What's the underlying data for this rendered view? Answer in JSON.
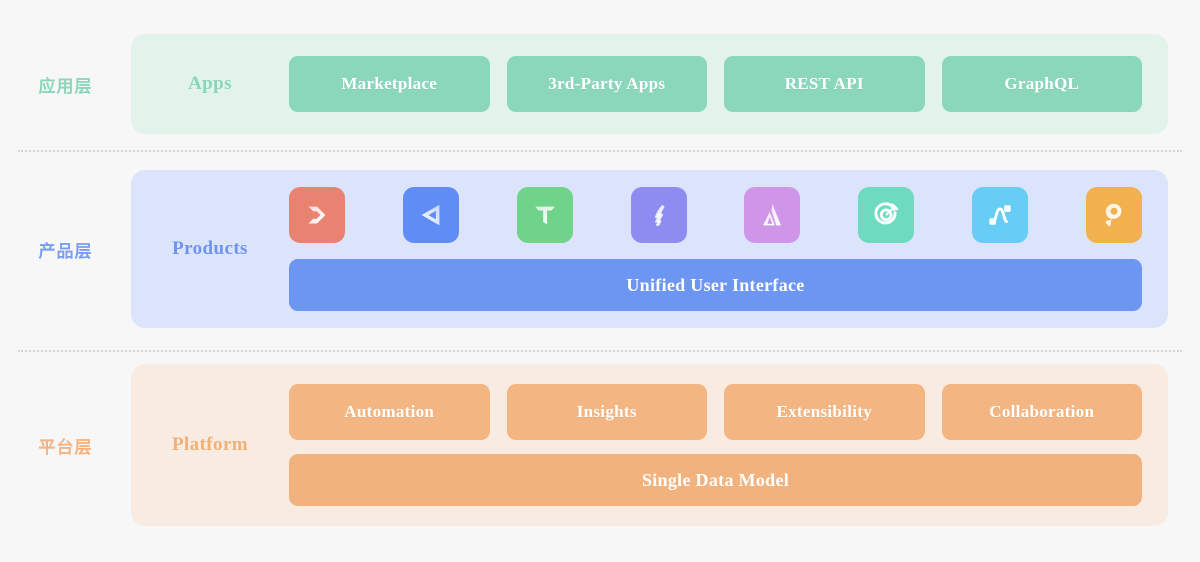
{
  "diagram": {
    "background": "#f7f7f7",
    "divider_color": "#d4d4d4"
  },
  "layers": [
    {
      "id": "apps",
      "cn_label": "应用层",
      "title": "Apps",
      "panel_color": "#e2f3ec",
      "accent_color": "#8bd7bb",
      "title_color": "#8ad6b8",
      "chips": [
        "Marketplace",
        "3rd-Party Apps",
        "REST API",
        "GraphQL"
      ],
      "wide_bar": null,
      "icons": []
    },
    {
      "id": "products",
      "cn_label": "产品层",
      "title": "Products",
      "panel_color": "#dbe4fb",
      "accent_color": "#6d95f2",
      "title_color": "#6e93f0",
      "chips": [],
      "wide_bar": "Unified User Interface",
      "icons": [
        {
          "name": "jira-service-management-chevron-icon",
          "color": "#ea8272"
        },
        {
          "name": "jira-triangle-icon",
          "color": "#5f8cf5"
        },
        {
          "name": "trello-t-icon",
          "color": "#6fd38a"
        },
        {
          "name": "confluence-icon",
          "color": "#8e8cf0"
        },
        {
          "name": "atlassian-a-icon",
          "color": "#cf95e8"
        },
        {
          "name": "goals-target-icon",
          "color": "#6edbc0"
        },
        {
          "name": "automation-flow-icon",
          "color": "#67cdf4"
        },
        {
          "name": "loom-record-icon",
          "color": "#f2b14f"
        }
      ]
    },
    {
      "id": "platform",
      "cn_label": "平台层",
      "title": "Platform",
      "panel_color": "#f8ece2",
      "accent_color": "#f3b683",
      "title_color": "#f0b076",
      "chips": [
        "Automation",
        "Insights",
        "Extensibility",
        "Collaboration"
      ],
      "wide_bar": "Single Data Model",
      "icons": []
    }
  ]
}
